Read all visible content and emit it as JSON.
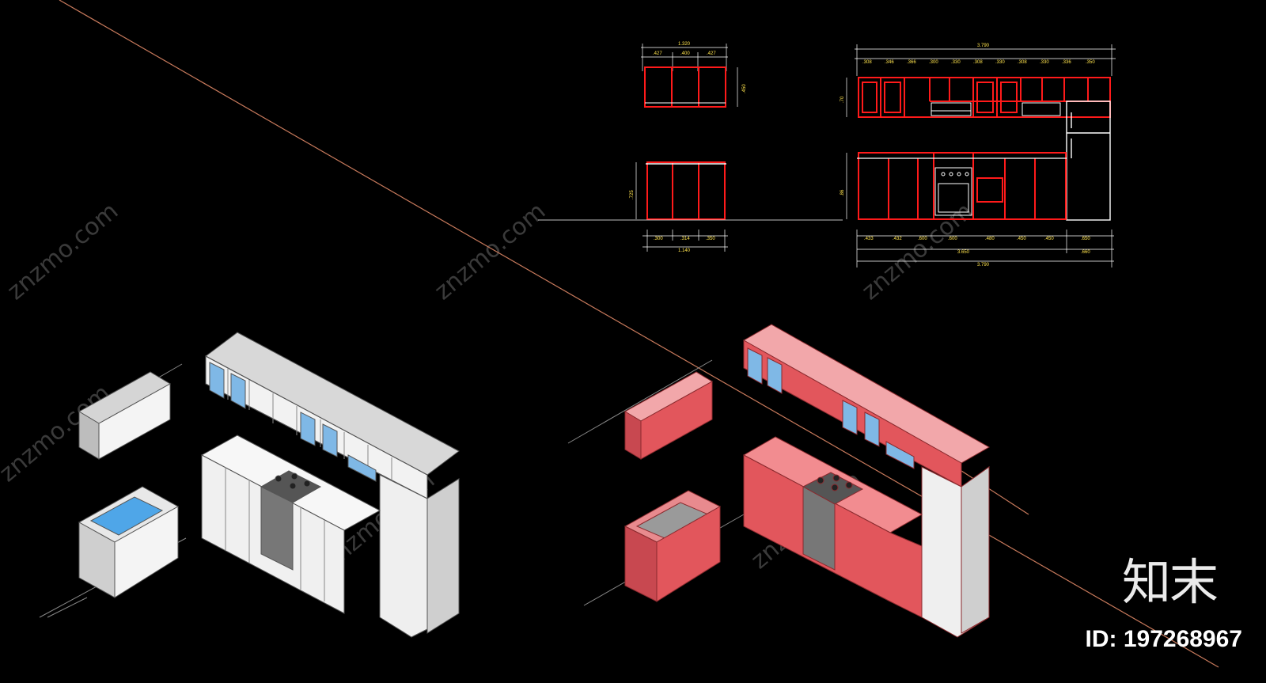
{
  "watermark": {
    "domain_text": "znzmo.com",
    "brand_cn": "知末",
    "image_id": "ID: 197268967"
  },
  "drawing": {
    "top_left_elevation": {
      "top_dims": [
        "1.320",
        ".427",
        ".400",
        ".427"
      ],
      "upper_height": ".450",
      "lower_height": ".725",
      "bottom_dims": [
        ".300",
        ".314",
        ".350"
      ],
      "bottom_total": "1.140"
    },
    "top_right_elevation": {
      "top_total": "3.790",
      "top_dims": [
        ".308",
        ".346",
        ".366",
        ".300",
        ".330",
        ".308",
        ".330",
        ".308",
        ".330",
        ".336",
        ".350"
      ],
      "upper_height": ".70",
      "lower_height": ".86",
      "bottom_dims": [
        ".433",
        ".432",
        ".600",
        ".600",
        ".480",
        ".450",
        ".450",
        ".650"
      ],
      "bottom_sub": "3.650",
      "bottom_right": ".660",
      "bottom_total": "3.790"
    }
  },
  "colors": {
    "background": "#000000",
    "cabinet_red": "#e2565c",
    "outline_red": "#ff1a1a",
    "dimension_yellow": "#ffe34d",
    "glass_blue": "#7fb8e6",
    "cabinet_white": "#f0f0f0",
    "guide_line": "#c87a5c"
  }
}
